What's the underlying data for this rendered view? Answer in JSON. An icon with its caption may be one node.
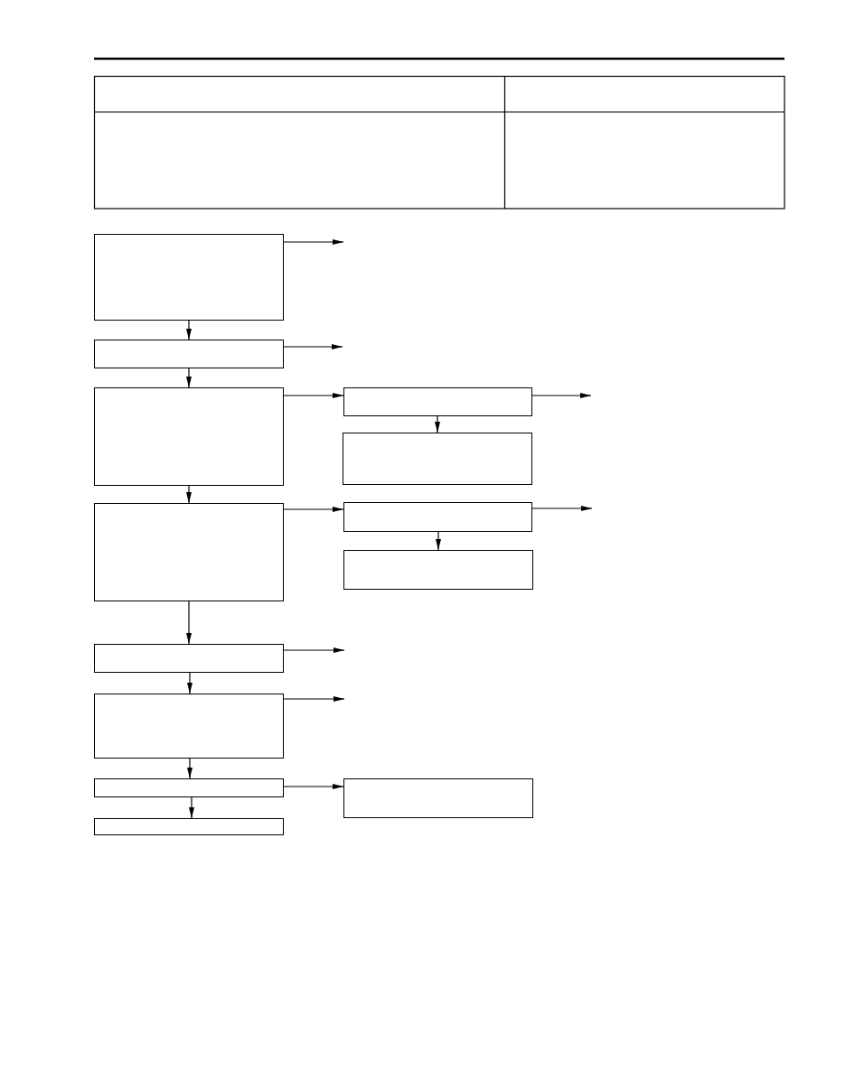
{
  "diagram": {
    "nodes": [
      {
        "text": [],
        "shape": "box"
      },
      {
        "text": [],
        "shape": "box"
      },
      {
        "text": [],
        "shape": "box"
      },
      {
        "text": [],
        "shape": "box"
      },
      {
        "text": [],
        "shape": "box"
      },
      {
        "text": [],
        "shape": "box"
      },
      {
        "text": [],
        "shape": "box"
      },
      {
        "text": [],
        "shape": "box"
      },
      {
        "text": [],
        "shape": "box"
      },
      {
        "text": [],
        "shape": "box"
      },
      {
        "text": [],
        "shape": "box"
      },
      {
        "text": [],
        "shape": "box"
      },
      {
        "text": [],
        "shape": "box"
      }
    ],
    "edges": [
      {
        "from": 0,
        "to": null,
        "arrow": "to"
      },
      {
        "from": 0,
        "to": 1,
        "arrow": "to"
      },
      {
        "from": 1,
        "to": null,
        "arrow": "to"
      },
      {
        "from": 1,
        "to": 2,
        "arrow": "to"
      },
      {
        "from": 2,
        "to": 3,
        "arrow": "to"
      },
      {
        "from": 3,
        "to": null,
        "arrow": "to"
      },
      {
        "from": 3,
        "to": 4,
        "arrow": "to"
      },
      {
        "from": 2,
        "to": 5,
        "arrow": "to"
      },
      {
        "from": 5,
        "to": 6,
        "arrow": "to"
      },
      {
        "from": 6,
        "to": null,
        "arrow": "to"
      },
      {
        "from": 6,
        "to": 7,
        "arrow": "to"
      },
      {
        "from": 5,
        "to": 8,
        "arrow": "to"
      },
      {
        "from": 8,
        "to": null,
        "arrow": "to"
      },
      {
        "from": 8,
        "to": 9,
        "arrow": "to"
      },
      {
        "from": 9,
        "to": null,
        "arrow": "to"
      },
      {
        "from": 9,
        "to": 10,
        "arrow": "to"
      },
      {
        "from": 10,
        "to": 11,
        "arrow": "to"
      },
      {
        "from": 10,
        "to": 12,
        "arrow": "to"
      }
    ]
  }
}
